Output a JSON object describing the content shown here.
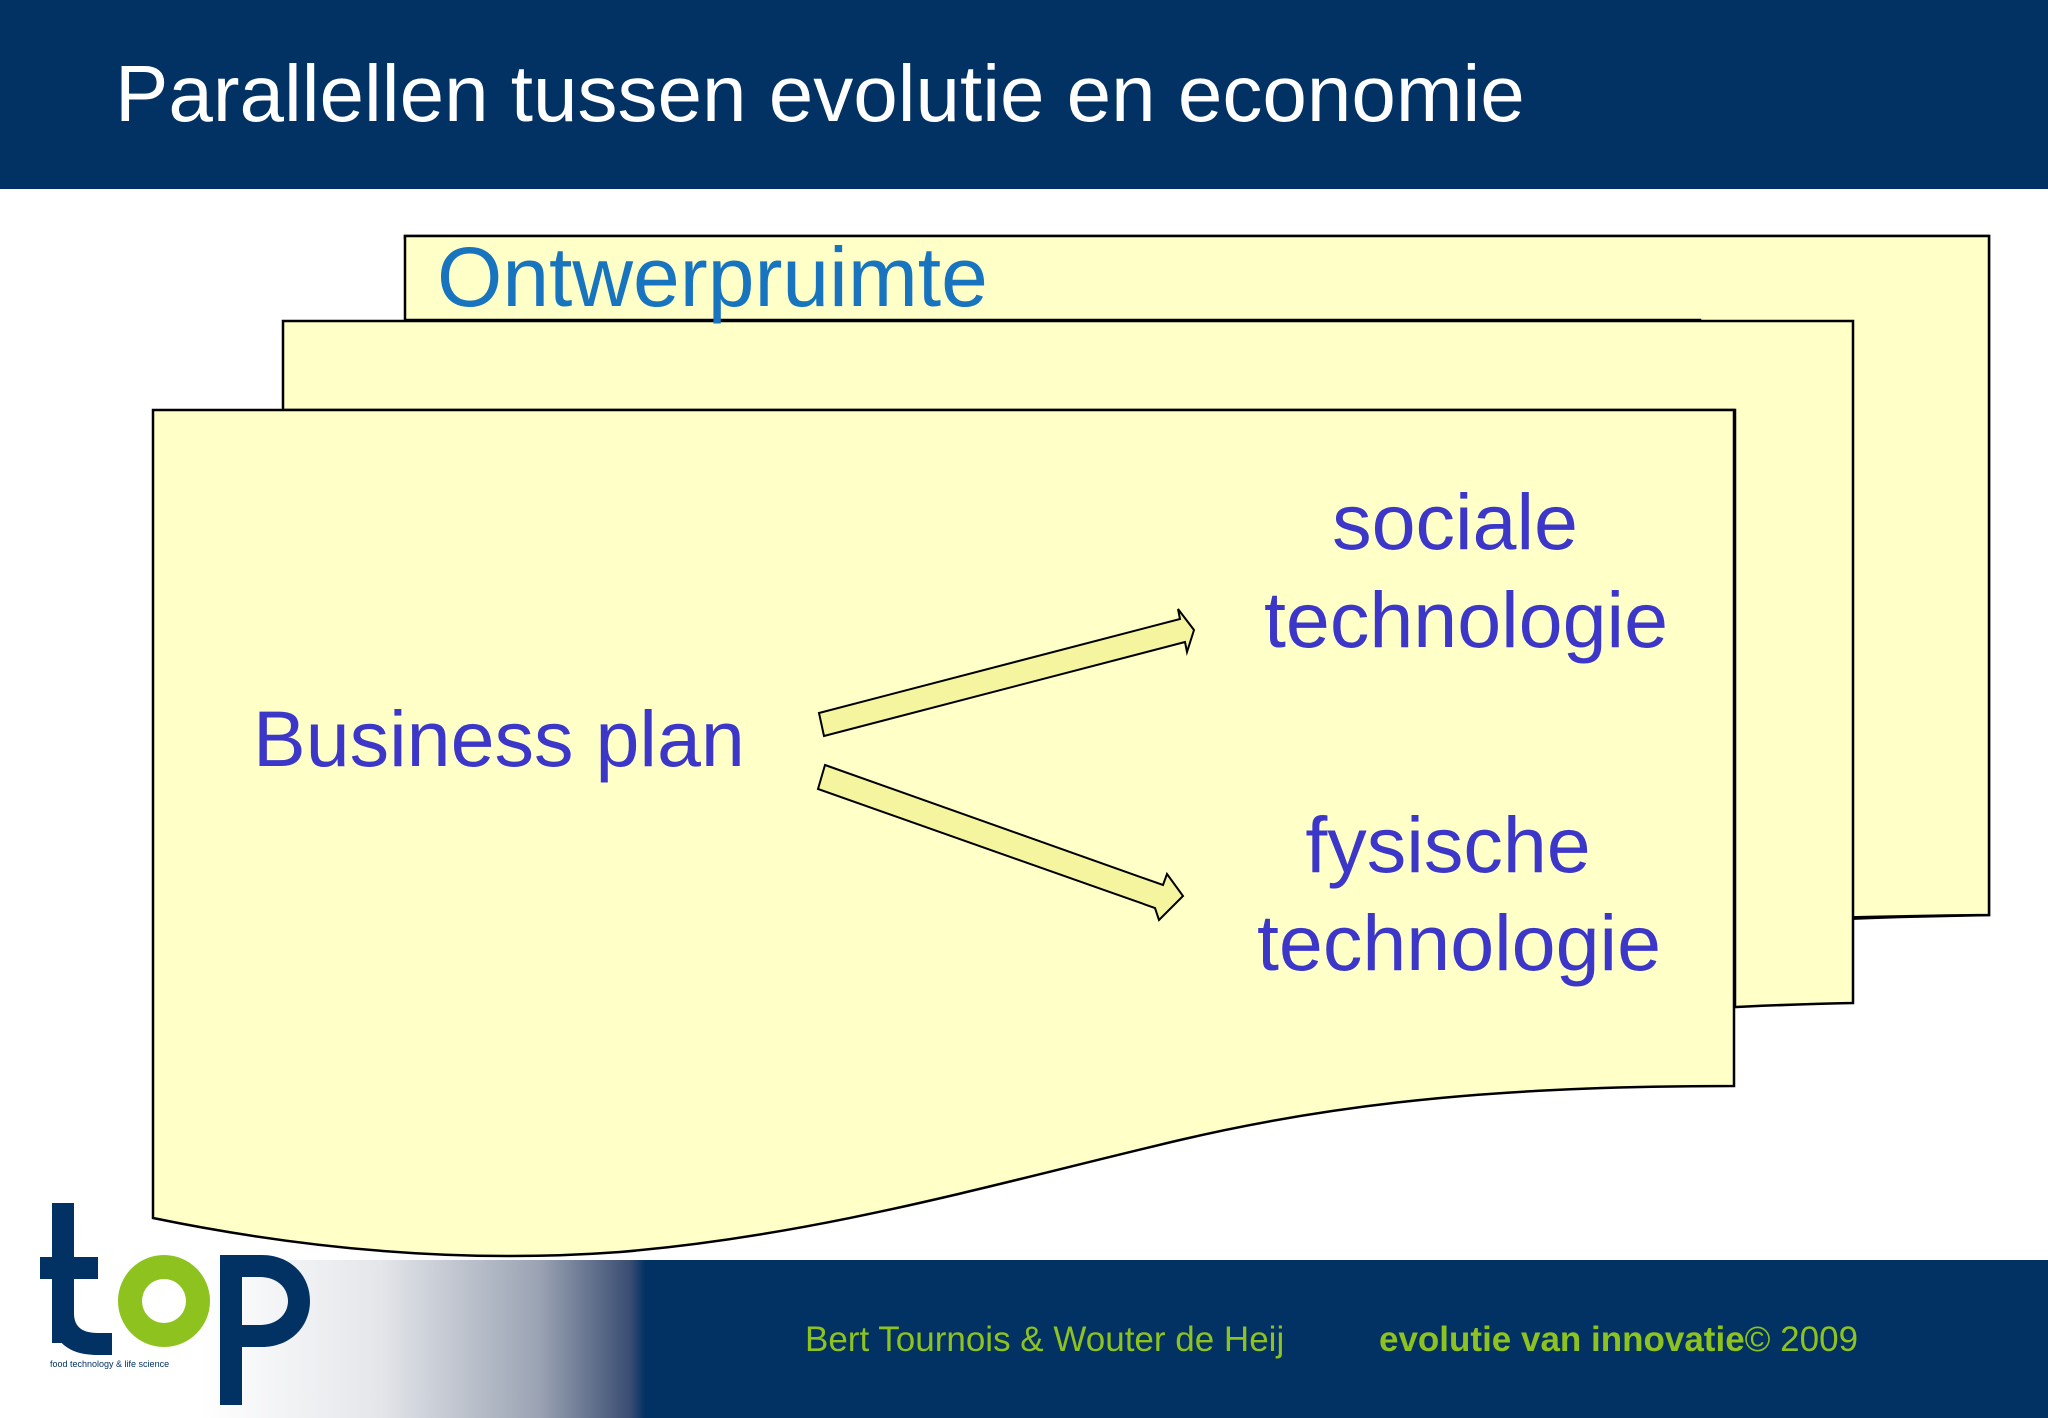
{
  "slide": {
    "title": "Parallellen tussen evolutie en economie"
  },
  "diagram": {
    "space_label": "Ontwerpruimte",
    "source_label": "Business plan",
    "targets": [
      {
        "line1": "sociale",
        "line2": "technologie"
      },
      {
        "line1": "fysische",
        "line2": "technologie"
      }
    ],
    "colors": {
      "page_fill": "#ffffc8",
      "space_label": "#1874be",
      "node_text": "#3c37c8",
      "arrow_fill": "#f5f5a0"
    }
  },
  "footer": {
    "authors": "Bert Tournois & Wouter de Heij",
    "credit_bold": "evolutie van innovatie",
    "credit_rest": "© 2009",
    "text_color": "#8dc21f",
    "bar_color": "#023264"
  },
  "logo": {
    "text": "top",
    "tagline": "food technology & life science",
    "colors": {
      "letters": "#023264",
      "ring": "#8dc21f"
    }
  }
}
